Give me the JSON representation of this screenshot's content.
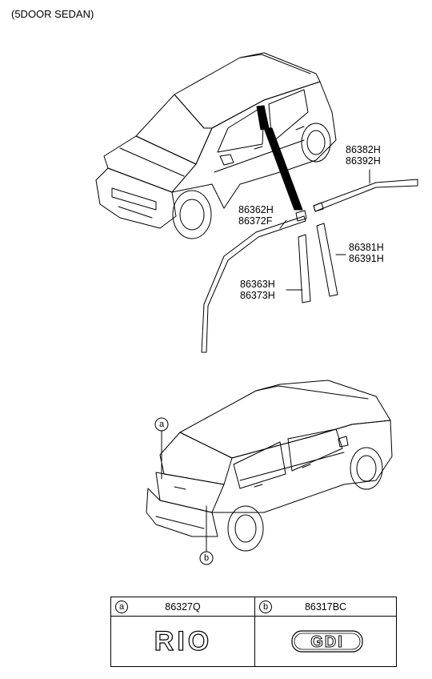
{
  "title": "(5DOOR SEDAN)",
  "parts": {
    "p86382H": "86382H",
    "p86392H": "86392H",
    "p86362H": "86362H",
    "p86372F": "86372F",
    "p86381H": "86381H",
    "p86391H": "86391H",
    "p86363H": "86363H",
    "p86373H": "86373H"
  },
  "callouts": {
    "a": "a",
    "b": "b"
  },
  "table": {
    "col_a": {
      "marker": "a",
      "part_no": "86327Q",
      "emblem_text": "RIO"
    },
    "col_b": {
      "marker": "b",
      "part_no": "86317BC",
      "emblem_text": "GDI"
    }
  }
}
